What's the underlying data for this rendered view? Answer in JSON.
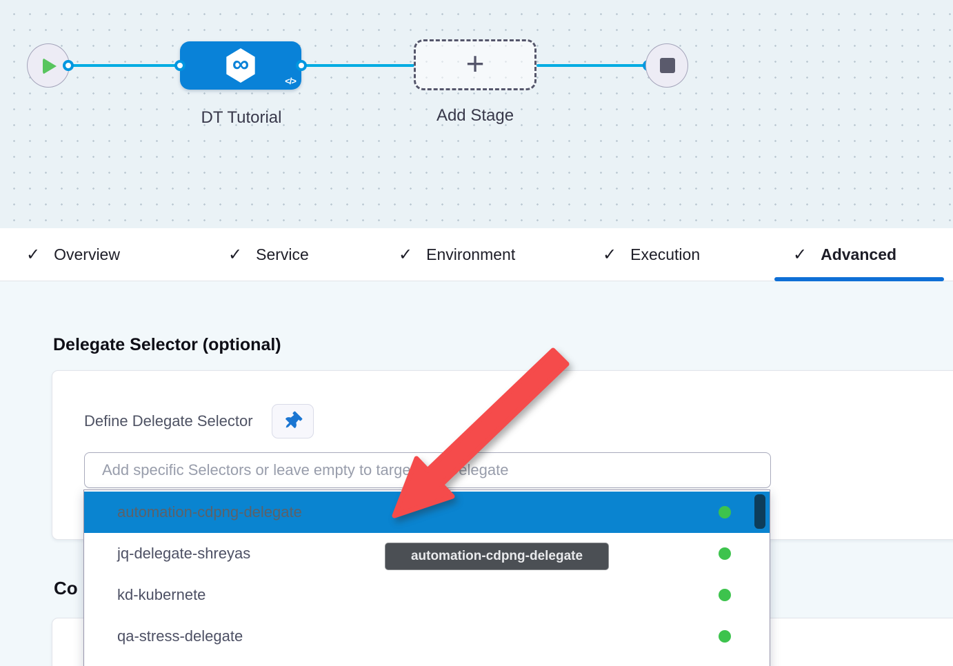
{
  "pipeline": {
    "stage": {
      "name": "DT Tutorial"
    },
    "add_stage": {
      "label": "Add Stage"
    }
  },
  "tabs": {
    "active": "Advanced",
    "items": [
      {
        "label": "Overview",
        "checked": true
      },
      {
        "label": "Service",
        "checked": true
      },
      {
        "label": "Environment",
        "checked": true
      },
      {
        "label": "Execution",
        "checked": true
      },
      {
        "label": "Advanced",
        "checked": true
      }
    ]
  },
  "advanced_tab": {
    "section_heading": "Delegate Selector (optional)",
    "define_label": "Define Delegate Selector",
    "selector_input": {
      "value": "",
      "placeholder": "Add specific Selectors or leave empty to target any Delegate"
    },
    "delegate_dropdown": {
      "selected": "automation-cdpng-delegate",
      "items": [
        {
          "name": "automation-cdpng-delegate",
          "status": "connected"
        },
        {
          "name": "jq-delegate-shreyas",
          "status": "connected"
        },
        {
          "name": "kd-kubernete",
          "status": "connected"
        },
        {
          "name": "qa-stress-delegate",
          "status": "connected"
        }
      ]
    },
    "tooltip": "automation-cdpng-delegate",
    "next_section_heading_partial": "Co"
  },
  "icons": {
    "tab_check": "✓",
    "plus": "+",
    "code": "</>",
    "infinity": "∞"
  },
  "colors": {
    "accent_blue": "#0982d8",
    "connector_cyan": "#00ace2",
    "selected_row_blue": "#0a84d0",
    "tab_underline_blue": "#0f6fd6",
    "status_green": "#3dc34d",
    "annotation_red": "#f54b4b",
    "tooltip_bg": "#4b4f54"
  }
}
